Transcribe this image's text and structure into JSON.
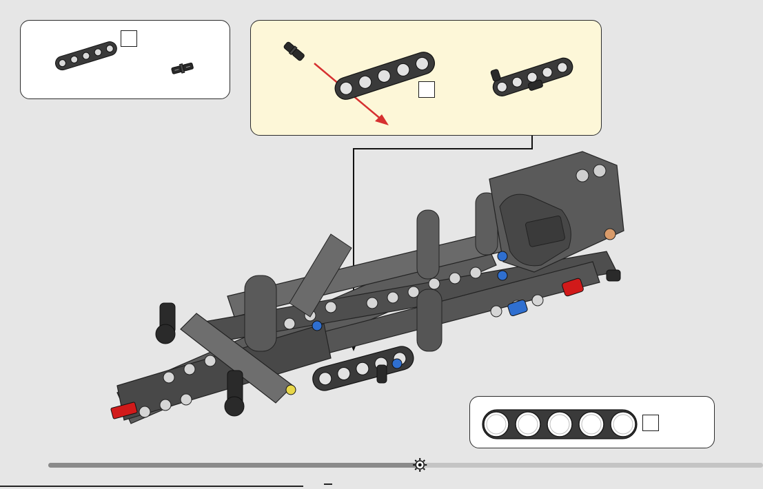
{
  "parts_callout": {
    "items": [
      "beam-5-icon",
      "friction-pin-icon"
    ]
  },
  "subassembly": {
    "steps": [
      "insert-pin",
      "attach-beam"
    ]
  },
  "ruler": {
    "beam_length": 5
  },
  "colors": {
    "beam_dark": "#3a3a3a",
    "beam_mid": "#5a5a5a",
    "beam_light": "#7b7b7b",
    "pin_black": "#1e1e1e",
    "pin_blue": "#2f6fd0",
    "pin_red": "#d11a1a",
    "arrow_red": "#d63030",
    "highlight_yellow": "#e8d74a",
    "callout_bg": "#fdf7d8",
    "progress_dark": "#8a8a8a",
    "progress_light": "#c4c4c4"
  },
  "progress": {
    "fraction": 0.52
  }
}
